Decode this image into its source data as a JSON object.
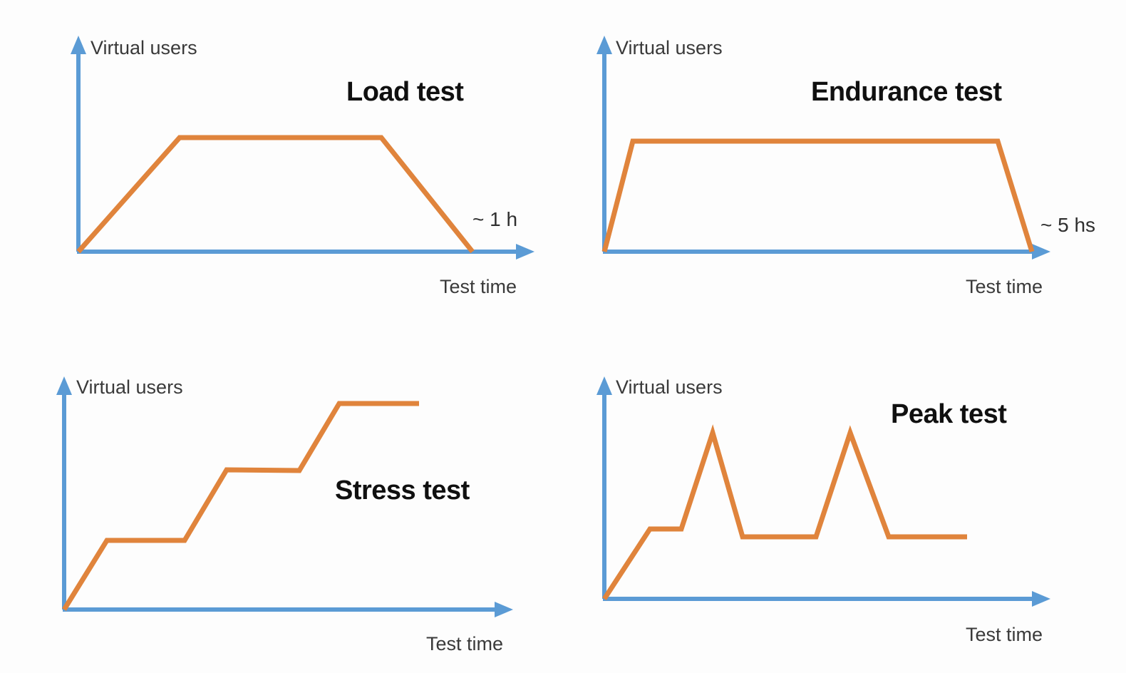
{
  "page": {
    "background_color": "#fdfdfd",
    "axis_color": "#5b9bd5",
    "series_color": "#e0843c",
    "text_color": "#3a3a3a",
    "title_color": "#101010"
  },
  "common": {
    "y_axis_label": "Virtual users",
    "x_axis_label": "Test time"
  },
  "panels": [
    {
      "id": "load-test",
      "title": "Load test",
      "y_axis_label": "Virtual users",
      "x_axis_label": "Test time",
      "duration_label": "~ 1 h"
    },
    {
      "id": "endurance-test",
      "title": "Endurance test",
      "y_axis_label": "Virtual users",
      "x_axis_label": "Test time",
      "duration_label": "~ 5 hs"
    },
    {
      "id": "stress-test",
      "title": "Stress test",
      "y_axis_label": "Virtual users",
      "x_axis_label": "Test time",
      "duration_label": ""
    },
    {
      "id": "peak-test",
      "title": "Peak test",
      "y_axis_label": "Virtual users",
      "x_axis_label": "Test time",
      "duration_label": ""
    }
  ],
  "chart_data": [
    {
      "type": "line",
      "title": "Load test",
      "xlabel": "Test time",
      "ylabel": "Virtual users",
      "grid": false,
      "legend": "none",
      "xlim": [
        0,
        100
      ],
      "ylim": [
        0,
        100
      ],
      "annotations": [
        "~ 1 h"
      ],
      "series": [
        {
          "name": "Virtual users",
          "color": "#e0843c",
          "x": [
            0,
            23,
            69,
            90
          ],
          "y": [
            0,
            66,
            66,
            0
          ]
        }
      ],
      "shape_description": "Ramp up to plateau, sustained plateau, ramp down to zero (trapezoid)"
    },
    {
      "type": "line",
      "title": "Endurance test",
      "xlabel": "Test time",
      "ylabel": "Virtual users",
      "grid": false,
      "legend": "none",
      "xlim": [
        0,
        100
      ],
      "ylim": [
        0,
        100
      ],
      "annotations": [
        "~ 5 hs"
      ],
      "series": [
        {
          "name": "Virtual users",
          "color": "#e0843c",
          "x": [
            0,
            6.5,
            90,
            98
          ],
          "y": [
            0,
            64,
            64,
            0
          ]
        }
      ],
      "shape_description": "Fast ramp up, very long plateau, fast ramp down (wide trapezoid)"
    },
    {
      "type": "line",
      "title": "Stress test",
      "xlabel": "Test time",
      "ylabel": "Virtual users",
      "grid": false,
      "legend": "none",
      "xlim": [
        0,
        100
      ],
      "ylim": [
        0,
        100
      ],
      "annotations": [],
      "series": [
        {
          "name": "Virtual users",
          "color": "#e0843c",
          "x": [
            0,
            10,
            28,
            38,
            55,
            64,
            82,
            100
          ],
          "y": [
            0,
            25,
            25,
            52,
            52,
            77,
            77,
            77
          ]
        }
      ],
      "shape_description": "Stepped staircase: three increasing load levels with plateaus between"
    },
    {
      "type": "line",
      "title": "Peak test",
      "xlabel": "Test time",
      "ylabel": "Virtual users",
      "grid": false,
      "legend": "none",
      "xlim": [
        0,
        100
      ],
      "ylim": [
        0,
        100
      ],
      "annotations": [],
      "series": [
        {
          "name": "Virtual users",
          "color": "#e0843c",
          "x": [
            0,
            10.5,
            17.5,
            25,
            32,
            49,
            57,
            66,
            83,
            100
          ],
          "y": [
            0,
            37,
            37,
            71,
            30,
            30,
            74,
            30,
            30,
            30
          ]
        }
      ],
      "shape_description": "Baseline load with two sharp spikes (peaks) returning to baseline"
    }
  ]
}
